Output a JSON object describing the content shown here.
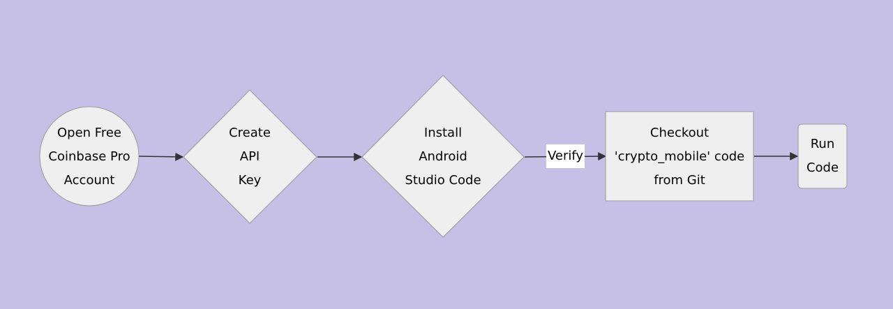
{
  "colors": {
    "background": "#c6bfe6",
    "node_fill": "#efefef",
    "node_stroke": "#999999",
    "edge": "#333333",
    "label_bg": "#ffffff"
  },
  "nodes": [
    {
      "id": "open-account",
      "shape": "circle",
      "lines": [
        "Open Free",
        "Coinbase Pro",
        "Account"
      ]
    },
    {
      "id": "create-api-key",
      "shape": "diamond",
      "lines": [
        "Create",
        "API",
        "Key"
      ]
    },
    {
      "id": "install-android-studio",
      "shape": "diamond",
      "lines": [
        "Install",
        "Android",
        "Studio Code"
      ]
    },
    {
      "id": "checkout-code",
      "shape": "rect",
      "lines": [
        "Checkout",
        "'crypto_mobile' code",
        "from Git"
      ]
    },
    {
      "id": "run-code",
      "shape": "rounded-rect",
      "lines": [
        "Run",
        "Code"
      ]
    }
  ],
  "edges": [
    {
      "from": "open-account",
      "to": "create-api-key",
      "label": ""
    },
    {
      "from": "create-api-key",
      "to": "install-android-studio",
      "label": ""
    },
    {
      "from": "install-android-studio",
      "to": "checkout-code",
      "label": "Verify"
    },
    {
      "from": "checkout-code",
      "to": "run-code",
      "label": ""
    }
  ]
}
